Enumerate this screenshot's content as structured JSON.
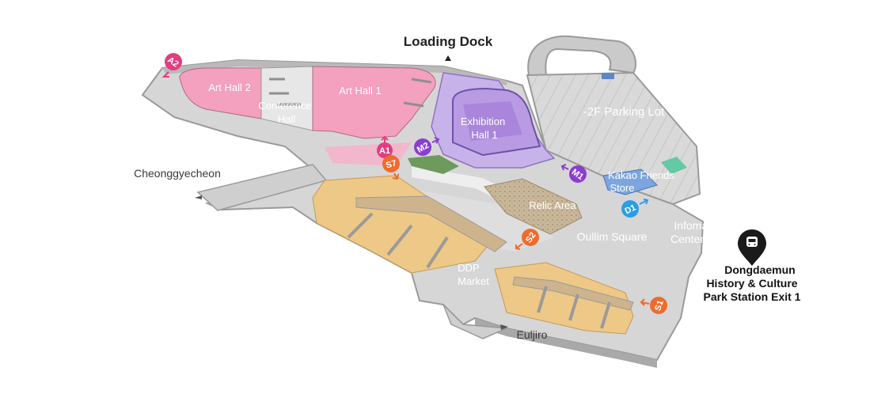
{
  "labels": {
    "loading_dock": "Loading Dock",
    "art_hall_2": "Art Hall 2",
    "art_hall_1": "Art Hall 1",
    "conference_hall": [
      "Conference",
      "Hall"
    ],
    "exhibition_hall_1": [
      "Exhibition",
      "Hall 1"
    ],
    "parking_lot": "-2F Parking Lot",
    "kakao_store": [
      "Kakao Friends",
      "Store"
    ],
    "relic_area": "Relic Area",
    "oullim_square": "Oullim Square",
    "information_center": [
      "Infomation",
      "Center"
    ],
    "cheonggyecheon": "Cheonggyecheon",
    "ddp_market": [
      "DDP",
      "Market"
    ],
    "euljiro": "Euljiro",
    "station": [
      "Dongdaemun",
      "History &  Culture",
      "Park Station Exit 1"
    ]
  },
  "badges": {
    "a2": "A2",
    "a1": "A1",
    "s7": "S7",
    "m2": "M2",
    "m1": "M1",
    "d1": "D1",
    "s2": "S2",
    "s1": "S1"
  },
  "colors": {
    "art_hall": "#f4a0bf",
    "exhibition": "#b89be3",
    "market": "#eec887",
    "floor": "#d6d6d6",
    "wall": "#9a9a9a",
    "badge_pink": "#e23d80",
    "badge_purple": "#8a3dd1",
    "badge_orange": "#ee6b2e",
    "badge_blue": "#2a9ee8"
  },
  "icons": {
    "station": "subway-pin-icon"
  }
}
